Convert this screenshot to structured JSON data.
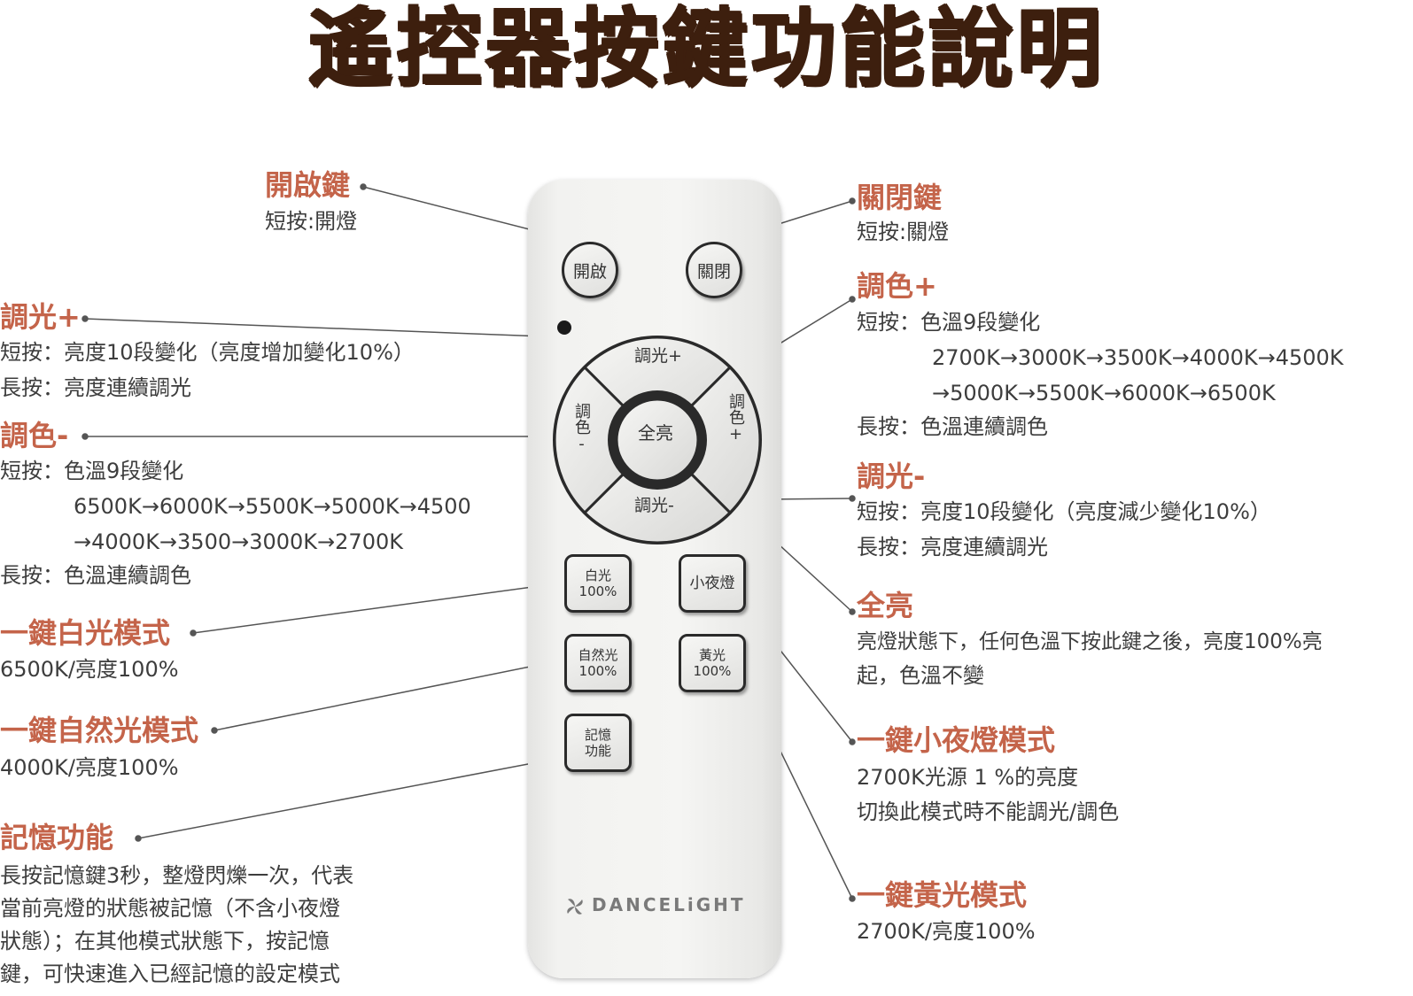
{
  "title": "遙控器按鍵功能說明",
  "brand": {
    "name": "DANCELiGHT",
    "icon": "fan-logo-icon"
  },
  "remote_buttons": {
    "on": "開啟",
    "off": "關閉",
    "dim_up": "調光+",
    "dim_down": "調光-",
    "color_minus": "調色-",
    "color_plus": "調色+",
    "full": "全亮",
    "white_line1": "白光",
    "white_line2": "100%",
    "night": "小夜燈",
    "natural_line1": "自然光",
    "natural_line2": "100%",
    "yellow_line1": "黃光",
    "yellow_line2": "100%",
    "memory_line1": "記憶",
    "memory_line2": "功能"
  },
  "callouts": {
    "on": {
      "heading": "開啟鍵",
      "lines": [
        "短按:開燈"
      ]
    },
    "off": {
      "heading": "關閉鍵",
      "lines": [
        "短按:關燈"
      ]
    },
    "dim_up": {
      "heading": "調光+",
      "lines": [
        "短按：亮度10段變化（亮度增加變化10%）",
        "長按：亮度連續調光"
      ]
    },
    "color_minus": {
      "heading": "調色-",
      "lines": [
        "短按：色溫9段變化",
        "6500K→6000K→5500K→5000K→4500",
        "→4000K→3500→3000K→2700K",
        "長按：色溫連續調色"
      ]
    },
    "white": {
      "heading": "一鍵白光模式",
      "lines": [
        "6500K/亮度100%"
      ]
    },
    "natural": {
      "heading": "一鍵自然光模式",
      "lines": [
        "4000K/亮度100%"
      ]
    },
    "memory": {
      "heading": "記憶功能",
      "lines": [
        "長按記憶鍵3秒，整燈閃爍一次，代表",
        "當前亮燈的狀態被記憶（不含小夜燈",
        "狀態）；在其他模式狀態下，按記憶",
        "鍵，可快速進入已經記憶的設定模式"
      ]
    },
    "color_plus": {
      "heading": "調色+",
      "lines": [
        "短按：色溫9段變化",
        "2700K→3000K→3500K→4000K→4500K",
        "→5000K→5500K→6000K→6500K",
        "長按：色溫連續調色"
      ]
    },
    "dim_down": {
      "heading": "調光-",
      "lines": [
        "短按：亮度10段變化（亮度減少變化10%）",
        "長按：亮度連續調光"
      ]
    },
    "full": {
      "heading": "全亮",
      "lines": [
        "亮燈狀態下，任何色溫下按此鍵之後，亮度100%亮",
        "起，色溫不變"
      ]
    },
    "night": {
      "heading": "一鍵小夜燈模式",
      "lines": [
        "2700K光源 1 %的亮度",
        "切換此模式時不能調光/調色"
      ]
    },
    "yellow": {
      "heading": "一鍵黃光模式",
      "lines": [
        "2700K/亮度100%"
      ]
    }
  },
  "colors": {
    "title": "#3d1f0e",
    "heading": "#c4644a",
    "text": "#3d3d3d"
  }
}
